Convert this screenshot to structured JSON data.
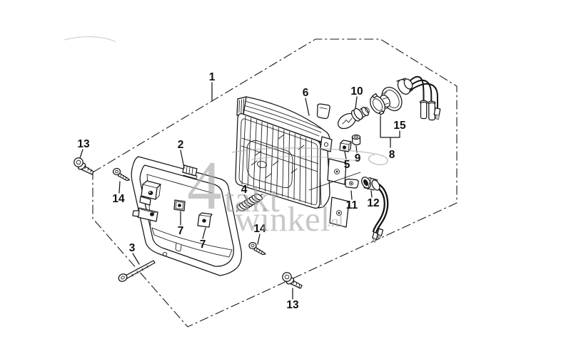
{
  "callouts": {
    "1": "1",
    "2": "2",
    "3": "3",
    "4": "4",
    "5": "5",
    "6": "6",
    "7": "7",
    "8": "8",
    "9": "9",
    "10": "10",
    "11": "11",
    "12": "12",
    "13": "13",
    "14": "14",
    "15": "15"
  },
  "watermark": {
    "big": "4",
    "word1": "takt",
    "word2": "winkel",
    "suffix": ".nl"
  },
  "colors": {
    "background": "#ffffff",
    "line": "#151515",
    "watermark": "#a5a5a5"
  }
}
